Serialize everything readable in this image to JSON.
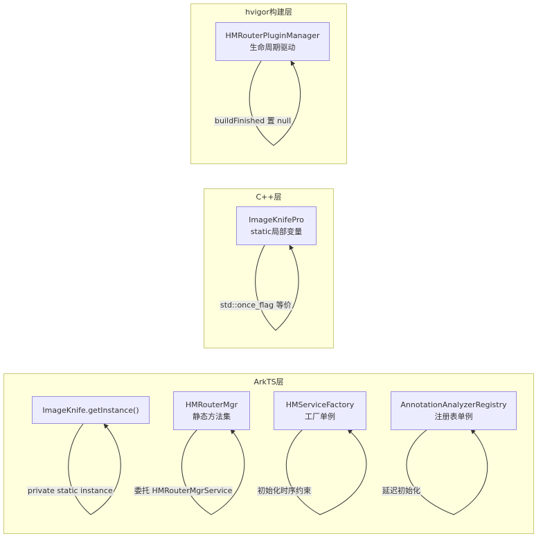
{
  "clusters": {
    "hvigor": {
      "title": "hvigor构建层"
    },
    "cpp": {
      "title": "C++层"
    },
    "arkts": {
      "title": "ArkTS层"
    }
  },
  "nodes": {
    "plugin_manager": {
      "line1": "HMRouterPluginManager",
      "line2": "生命周期驱动"
    },
    "image_knife_pro": {
      "line1": "ImageKnifePro",
      "line2": "static局部变量"
    },
    "image_knife": {
      "line1": "ImageKnife.getInstance()"
    },
    "router_mgr": {
      "line1": "HMRouterMgr",
      "line2": "静态方法集"
    },
    "service_factory": {
      "line1": "HMServiceFactory",
      "line2": "工厂单例"
    },
    "annotation_registry": {
      "line1": "AnnotationAnalyzerRegistry",
      "line2": "注册表单例"
    }
  },
  "edge_labels": {
    "plugin_manager": "buildFinished 置 null",
    "image_knife_pro": "std::once_flag 等价",
    "image_knife": "private static instance",
    "router_mgr": "委托 HMRouterMgrService",
    "service_factory": "初始化时序约束",
    "annotation_registry": "延迟初始化"
  },
  "colors": {
    "cluster_fill": "#ffffde",
    "cluster_border": "#c9c97a",
    "node_fill": "#ececff",
    "node_border": "#9c8ee0",
    "edge": "#333333"
  }
}
